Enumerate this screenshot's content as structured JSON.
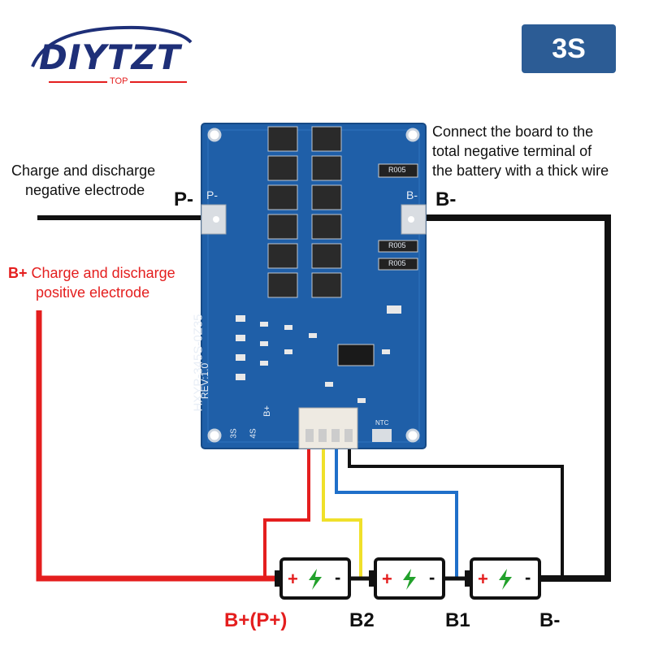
{
  "brand": {
    "name": "DIYTZT",
    "sub": "TOP"
  },
  "badge": "3S",
  "board": {
    "silkscreen_model": "HXYP-345S-0Z35",
    "silkscreen_rev": "REV:1.0",
    "pad_p_minus": "P-",
    "pad_b_minus": "B-",
    "pad_b_plus": "B+",
    "label_3s": "3S",
    "label_4s": "4S",
    "label_ntc": "NTC",
    "resistor_1": "R005",
    "resistor_2": "R005",
    "resistor_3": "R005"
  },
  "annotations": {
    "p_minus_label": "P-",
    "b_minus_label": "B-",
    "charge_neg_line1": "Charge and discharge",
    "charge_neg_line2": "negative electrode",
    "charge_pos_prefix": "B+",
    "charge_pos_line1": " Charge and discharge",
    "charge_pos_line2": "positive electrode",
    "connect_line1": "Connect the board to the",
    "connect_line2": "total negative terminal of",
    "connect_line3": "the battery with a thick wire"
  },
  "terminals": {
    "b_plus_p_plus": "B+(P+)",
    "b2": "B2",
    "b1": "B1",
    "b_minus": "B-"
  },
  "battery_symbols": {
    "plus": "+",
    "minus": "-"
  },
  "colors": {
    "brand": "#1e2f78",
    "badge": "#2c5c95",
    "pcb": "#1f5fa8",
    "wire_red": "#e41e1e",
    "wire_yellow": "#f0e02a",
    "wire_blue": "#1f6fc9",
    "wire_black": "#111111",
    "battery_plus": "#e41e1e",
    "battery_bolt": "#22a12b"
  }
}
